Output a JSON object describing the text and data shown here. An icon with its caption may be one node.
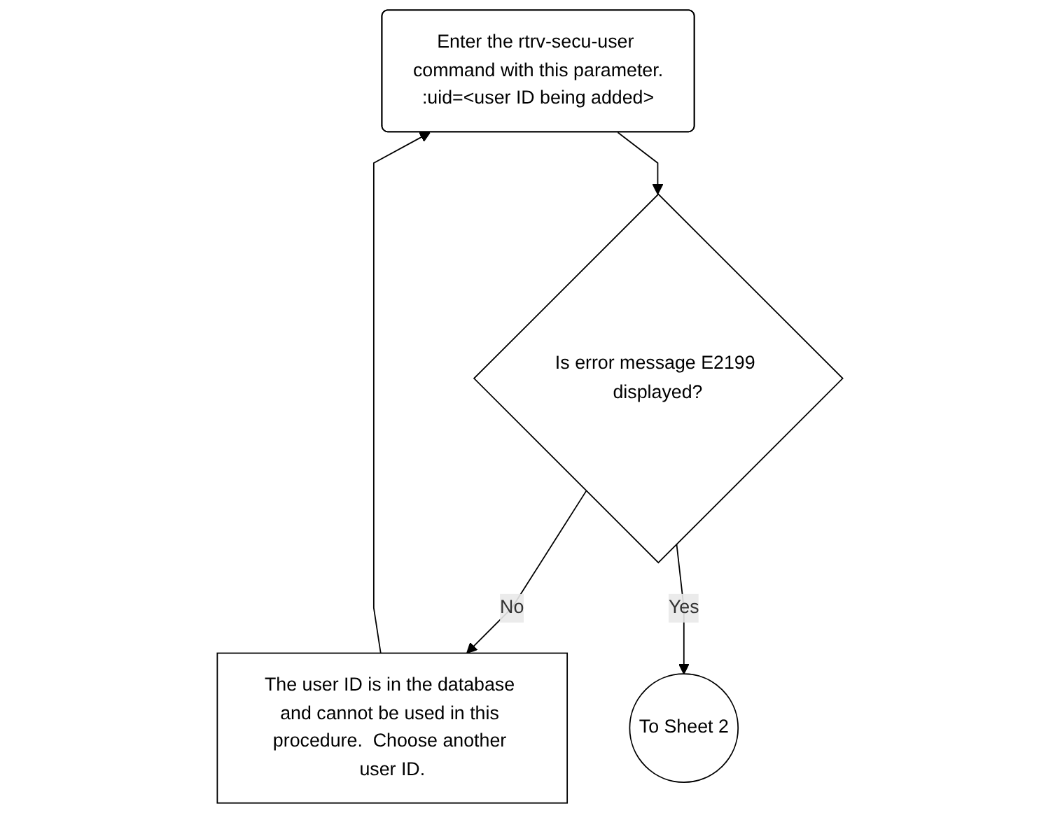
{
  "diagram": {
    "nodes": [
      {
        "text": [
          "Enter the rtrv-secu-user command with this parameter.",
          ":uid=<user ID being added>"
        ]
      },
      {
        "text": [
          "Is error message E2199 displayed?"
        ]
      },
      {
        "text": [
          "The user ID is in the database and cannot be used in this procedure.  Choose another user ID."
        ]
      },
      {
        "text": [
          "To Sheet 2"
        ]
      }
    ],
    "edges": [
      {
        "from": 0,
        "to": 1,
        "arrow": "to"
      },
      {
        "from": 1,
        "to": 2,
        "label": "No",
        "arrow": "to"
      },
      {
        "from": 2,
        "to": 0,
        "arrow": "to"
      },
      {
        "from": 1,
        "to": 3,
        "label": "Yes",
        "arrow": "to"
      }
    ]
  }
}
